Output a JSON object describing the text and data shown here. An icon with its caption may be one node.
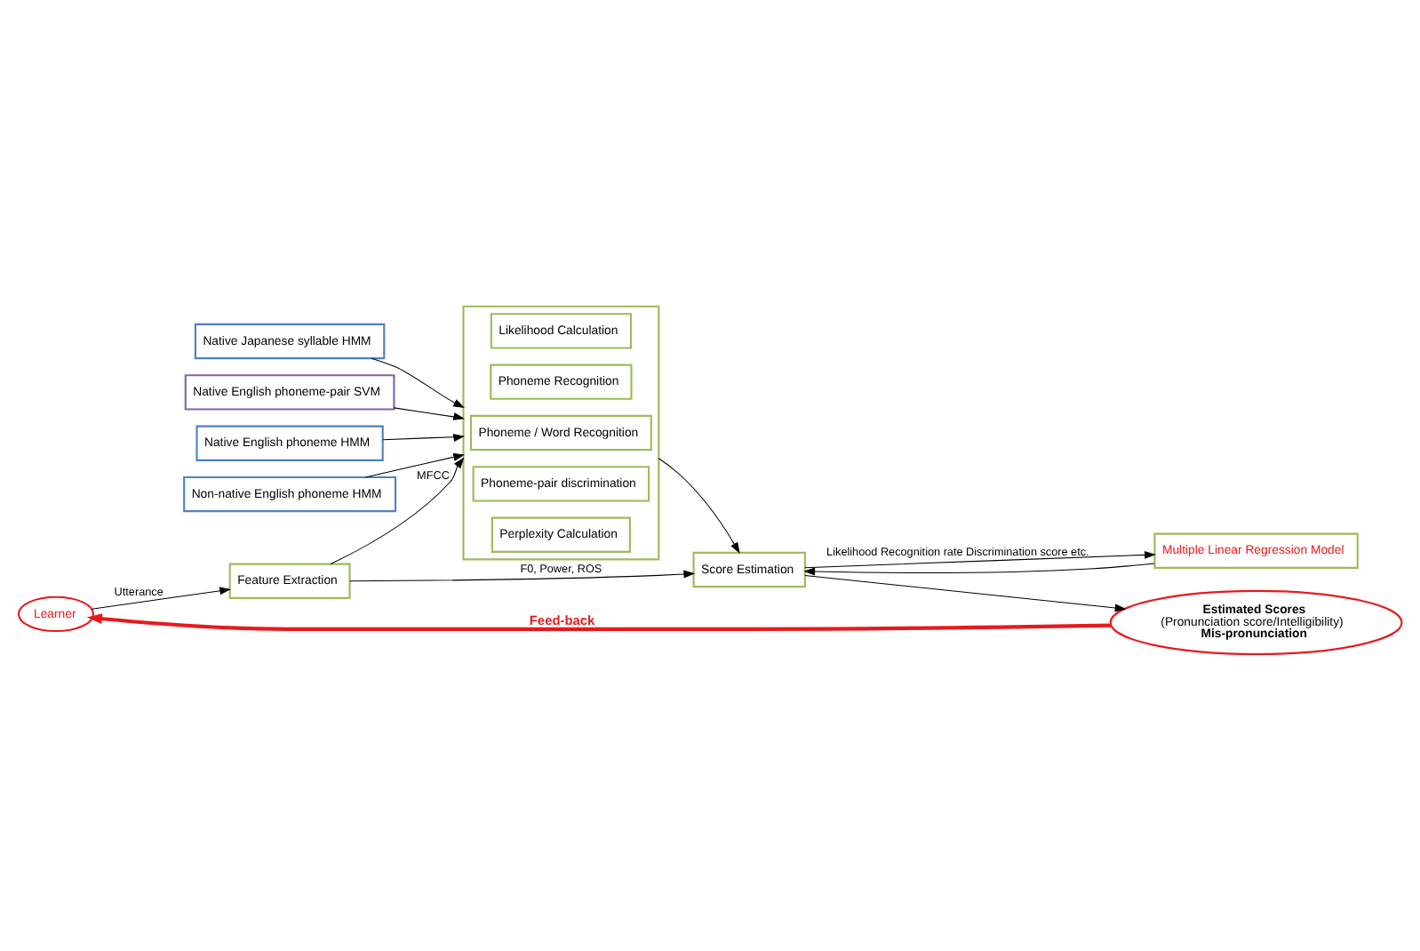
{
  "diagram": {
    "nodes": [
      {
        "text": [
          "Native English phoneme HMM"
        ]
      },
      {
        "text": [
          "Non-native English phoneme HMM"
        ]
      },
      {
        "text": [
          "Native Japanese syllable HMM"
        ]
      },
      {
        "text": [
          "Native English phoneme-pair SVM"
        ]
      },
      {
        "text": [],
        "shape": "box"
      },
      {
        "text": [
          "Likelihood Calculation"
        ],
        "in": 4
      },
      {
        "text": [
          "Phoneme Recognition"
        ],
        "in": 4
      },
      {
        "text": [
          "Phoneme / Word Recognition"
        ],
        "in": 4
      },
      {
        "text": [
          "Phoneme-pair discrimination"
        ],
        "in": 4
      },
      {
        "text": [
          "Perplexity Calculation"
        ],
        "in": 4
      },
      {
        "text": [
          "Multiple Linear Regression Model"
        ]
      },
      {
        "text": [
          "Learner"
        ]
      },
      {
        "text": [
          "Feature Extraction"
        ]
      },
      {
        "text": [
          "Score Estimation"
        ]
      },
      {
        "text": [
          "Estimated Scores",
          "(Pronunciation score/Intelligibility)",
          "Mis-pronunciation"
        ]
      }
    ],
    "edges": [
      {
        "from": 0,
        "to": 4,
        "arrow": "to"
      },
      {
        "from": 1,
        "to": 4,
        "arrow": "to"
      },
      {
        "from": 2,
        "to": 4,
        "arrow": "to"
      },
      {
        "from": 3,
        "to": 4,
        "arrow": "to"
      },
      {
        "from": 11,
        "to": 12,
        "arrow": "to",
        "label": "Utterance"
      },
      {
        "from": 12,
        "to": 4,
        "arrow": "to",
        "label": "MFCC"
      },
      {
        "from": 4,
        "to": 13,
        "arrow": "to"
      },
      {
        "from": 10,
        "to": 13,
        "arrow": "to"
      },
      {
        "from": 13,
        "to": 10,
        "arrow": "to",
        "label": "Likelihood Recognition rate Discrimination score etc."
      },
      {
        "from": 12,
        "to": 13,
        "arrow": "to",
        "label": "F0, Power, ROS"
      },
      {
        "from": 13,
        "to": 14,
        "arrow": "to"
      },
      {
        "from": 14,
        "to": 11,
        "arrow": "to",
        "label": "Feed-back",
        "style": "thick",
        "color": "#e8191c"
      }
    ]
  }
}
